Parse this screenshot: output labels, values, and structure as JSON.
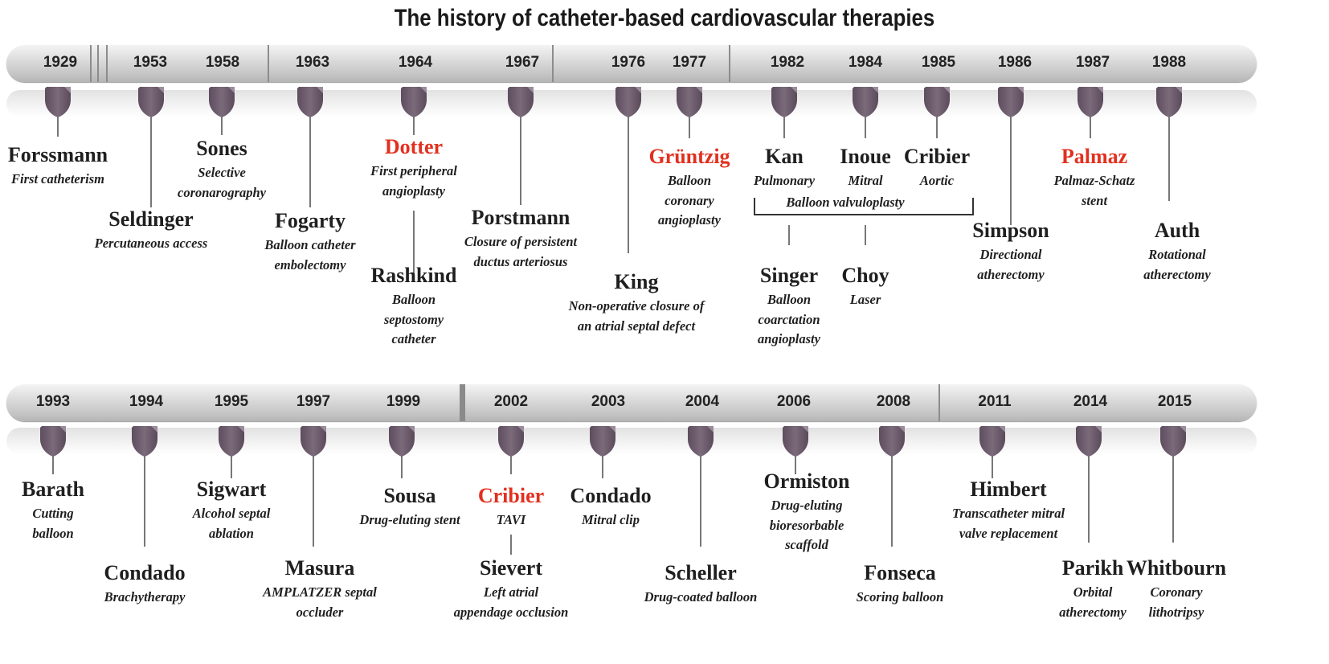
{
  "title": "The history of catheter-based cardiovascular therapies",
  "colors": {
    "highlight": "#e2301f",
    "pin": "#6b5a6b",
    "text": "#1f1f1f"
  },
  "group_label": "Balloon valvuloplasty",
  "rows": [
    {
      "years": [
        "1929",
        "1953",
        "1958",
        "1963",
        "1964",
        "1967",
        "1976",
        "1977",
        "1982",
        "1984",
        "1985",
        "1986",
        "1987",
        "1988"
      ],
      "events": [
        {
          "name": "Forssmann",
          "desc": [
            "First catheterism"
          ]
        },
        {
          "name": "Seldinger",
          "desc": [
            "Percutaneous access"
          ]
        },
        {
          "name": "Sones",
          "desc": [
            "Selective",
            "coronarography"
          ]
        },
        {
          "name": "Fogarty",
          "desc": [
            "Balloon catheter",
            "embolectomy"
          ]
        },
        {
          "name": "Dotter",
          "desc": [
            "First peripheral",
            "angioplasty"
          ],
          "highlight": true
        },
        {
          "name": "Rashkind",
          "desc": [
            "Balloon",
            "septostomy",
            "catheter"
          ]
        },
        {
          "name": "Porstmann",
          "desc": [
            "Closure of persistent",
            "ductus arteriosus"
          ]
        },
        {
          "name": "King",
          "desc": [
            "Non-operative closure of",
            "an atrial septal defect"
          ]
        },
        {
          "name": "Grüntzig",
          "desc": [
            "Balloon",
            "coronary",
            "angioplasty"
          ],
          "highlight": true
        },
        {
          "name": "Kan",
          "desc": [
            "Pulmonary"
          ]
        },
        {
          "name": "Inoue",
          "desc": [
            "Mitral"
          ]
        },
        {
          "name": "Cribier",
          "desc": [
            "Aortic"
          ]
        },
        {
          "name": "Singer",
          "desc": [
            "Balloon",
            "coarctation",
            "angioplasty"
          ]
        },
        {
          "name": "Choy",
          "desc": [
            "Laser"
          ]
        },
        {
          "name": "Simpson",
          "desc": [
            "Directional",
            "atherectomy"
          ]
        },
        {
          "name": "Palmaz",
          "desc": [
            "Palmaz-Schatz",
            "stent"
          ],
          "highlight": true
        },
        {
          "name": "Auth",
          "desc": [
            "Rotational",
            "atherectomy"
          ]
        }
      ]
    },
    {
      "years": [
        "1993",
        "1994",
        "1995",
        "1997",
        "1999",
        "2002",
        "2003",
        "2004",
        "2006",
        "2008",
        "2011",
        "2014",
        "2015"
      ],
      "events": [
        {
          "name": "Barath",
          "desc": [
            "Cutting",
            "balloon"
          ]
        },
        {
          "name": "Condado",
          "desc": [
            "Brachytherapy"
          ]
        },
        {
          "name": "Sigwart",
          "desc": [
            "Alcohol septal",
            "ablation"
          ]
        },
        {
          "name": "Masura",
          "desc": [
            "AMPLATZER septal",
            "occluder"
          ]
        },
        {
          "name": "Sousa",
          "desc": [
            "Drug-eluting stent"
          ]
        },
        {
          "name": "Cribier",
          "desc": [
            "TAVI"
          ],
          "highlight": true
        },
        {
          "name": "Sievert",
          "desc": [
            "Left atrial",
            "appendage occlusion"
          ]
        },
        {
          "name": "Condado",
          "desc": [
            "Mitral clip"
          ]
        },
        {
          "name": "Scheller",
          "desc": [
            "Drug-coated balloon"
          ]
        },
        {
          "name": "Ormiston",
          "desc": [
            "Drug-eluting",
            "bioresorbable",
            "scaffold"
          ]
        },
        {
          "name": "Fonseca",
          "desc": [
            "Scoring balloon"
          ]
        },
        {
          "name": "Himbert",
          "desc": [
            "Transcatheter mitral",
            "valve replacement"
          ]
        },
        {
          "name": "Parikh",
          "desc": [
            "Orbital",
            "atherectomy"
          ]
        },
        {
          "name": "Whitbourn",
          "desc": [
            "Coronary",
            "lithotripsy"
          ]
        }
      ]
    }
  ]
}
